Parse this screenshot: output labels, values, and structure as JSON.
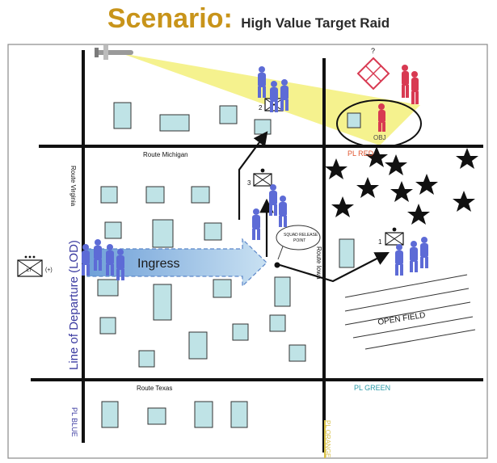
{
  "title": {
    "main": "Scenario:",
    "sub": "High Value Target Raid"
  },
  "roads": {
    "michigan": "Route Michigan",
    "texas": "Route Texas",
    "virginia": "Route Virginia",
    "iowa": "Route Iowa"
  },
  "phase_lines": {
    "red": "PL RED",
    "green": "PL GREEN",
    "blue": "PL BLUE",
    "orange": "PL ORANGE"
  },
  "labels": {
    "lod": "Line of Departure (LOD)",
    "ingress": "Ingress",
    "objective": "OBJ",
    "open_field": "OPEN FIELD",
    "release_point_line1": "SQUAD RELEASE",
    "release_point_line2": "POINT",
    "unknown_marker": "?",
    "unit_lt": "LT",
    "unit_plus": "(+)"
  },
  "squads": [
    "1",
    "2",
    "3"
  ],
  "colors": {
    "title": "#c8941a",
    "friendly": "#5d6bd6",
    "enemy": "#d83a52",
    "road": "#111111",
    "building": "#bfe3e6",
    "sensor_cone": "#f3f07a",
    "ingress_arrow": "#8fb9e0",
    "phase_red": "#e0542e",
    "phase_green": "#2a9aa8",
    "phase_blue": "#3a3aa0"
  }
}
